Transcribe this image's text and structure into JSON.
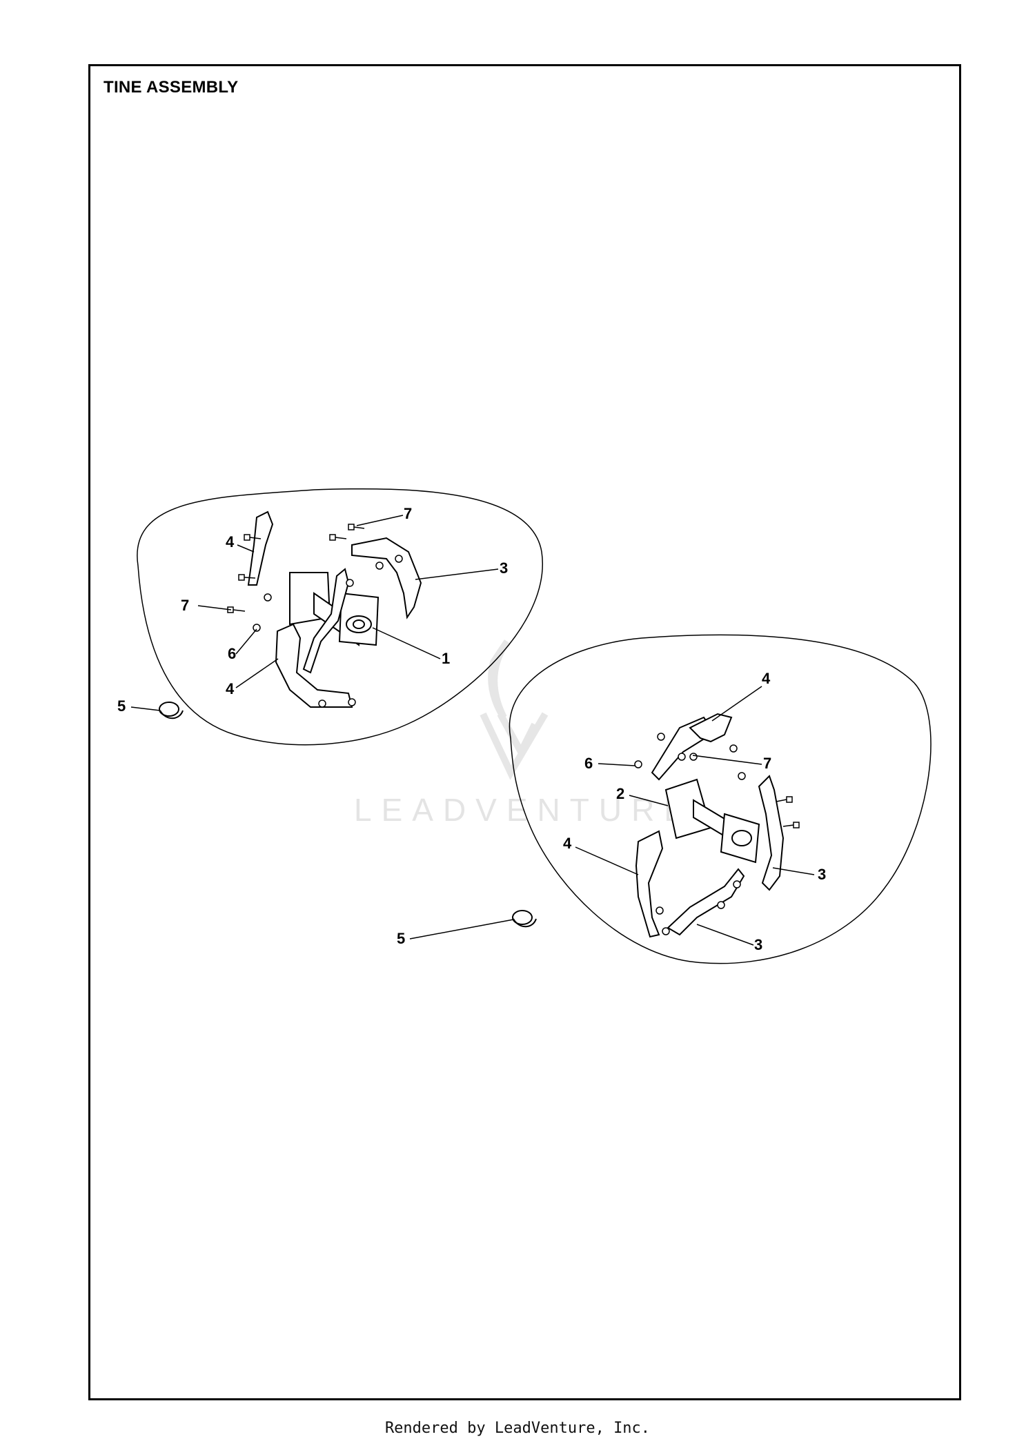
{
  "title": "TINE ASSEMBLY",
  "footer": "Rendered by LeadVenture, Inc.",
  "watermark": "LEADVENTURE",
  "callouts": [
    {
      "id": "c1",
      "label": "1"
    },
    {
      "id": "c2",
      "label": "2"
    },
    {
      "id": "c3a",
      "label": "3"
    },
    {
      "id": "c3b",
      "label": "3"
    },
    {
      "id": "c3c",
      "label": "3"
    },
    {
      "id": "c4a",
      "label": "4"
    },
    {
      "id": "c4b",
      "label": "4"
    },
    {
      "id": "c4c",
      "label": "4"
    },
    {
      "id": "c4d",
      "label": "4"
    },
    {
      "id": "c5a",
      "label": "5"
    },
    {
      "id": "c5b",
      "label": "5"
    },
    {
      "id": "c6a",
      "label": "6"
    },
    {
      "id": "c6b",
      "label": "6"
    },
    {
      "id": "c7a",
      "label": "7"
    },
    {
      "id": "c7b",
      "label": "7"
    },
    {
      "id": "c7c",
      "label": "7"
    }
  ]
}
